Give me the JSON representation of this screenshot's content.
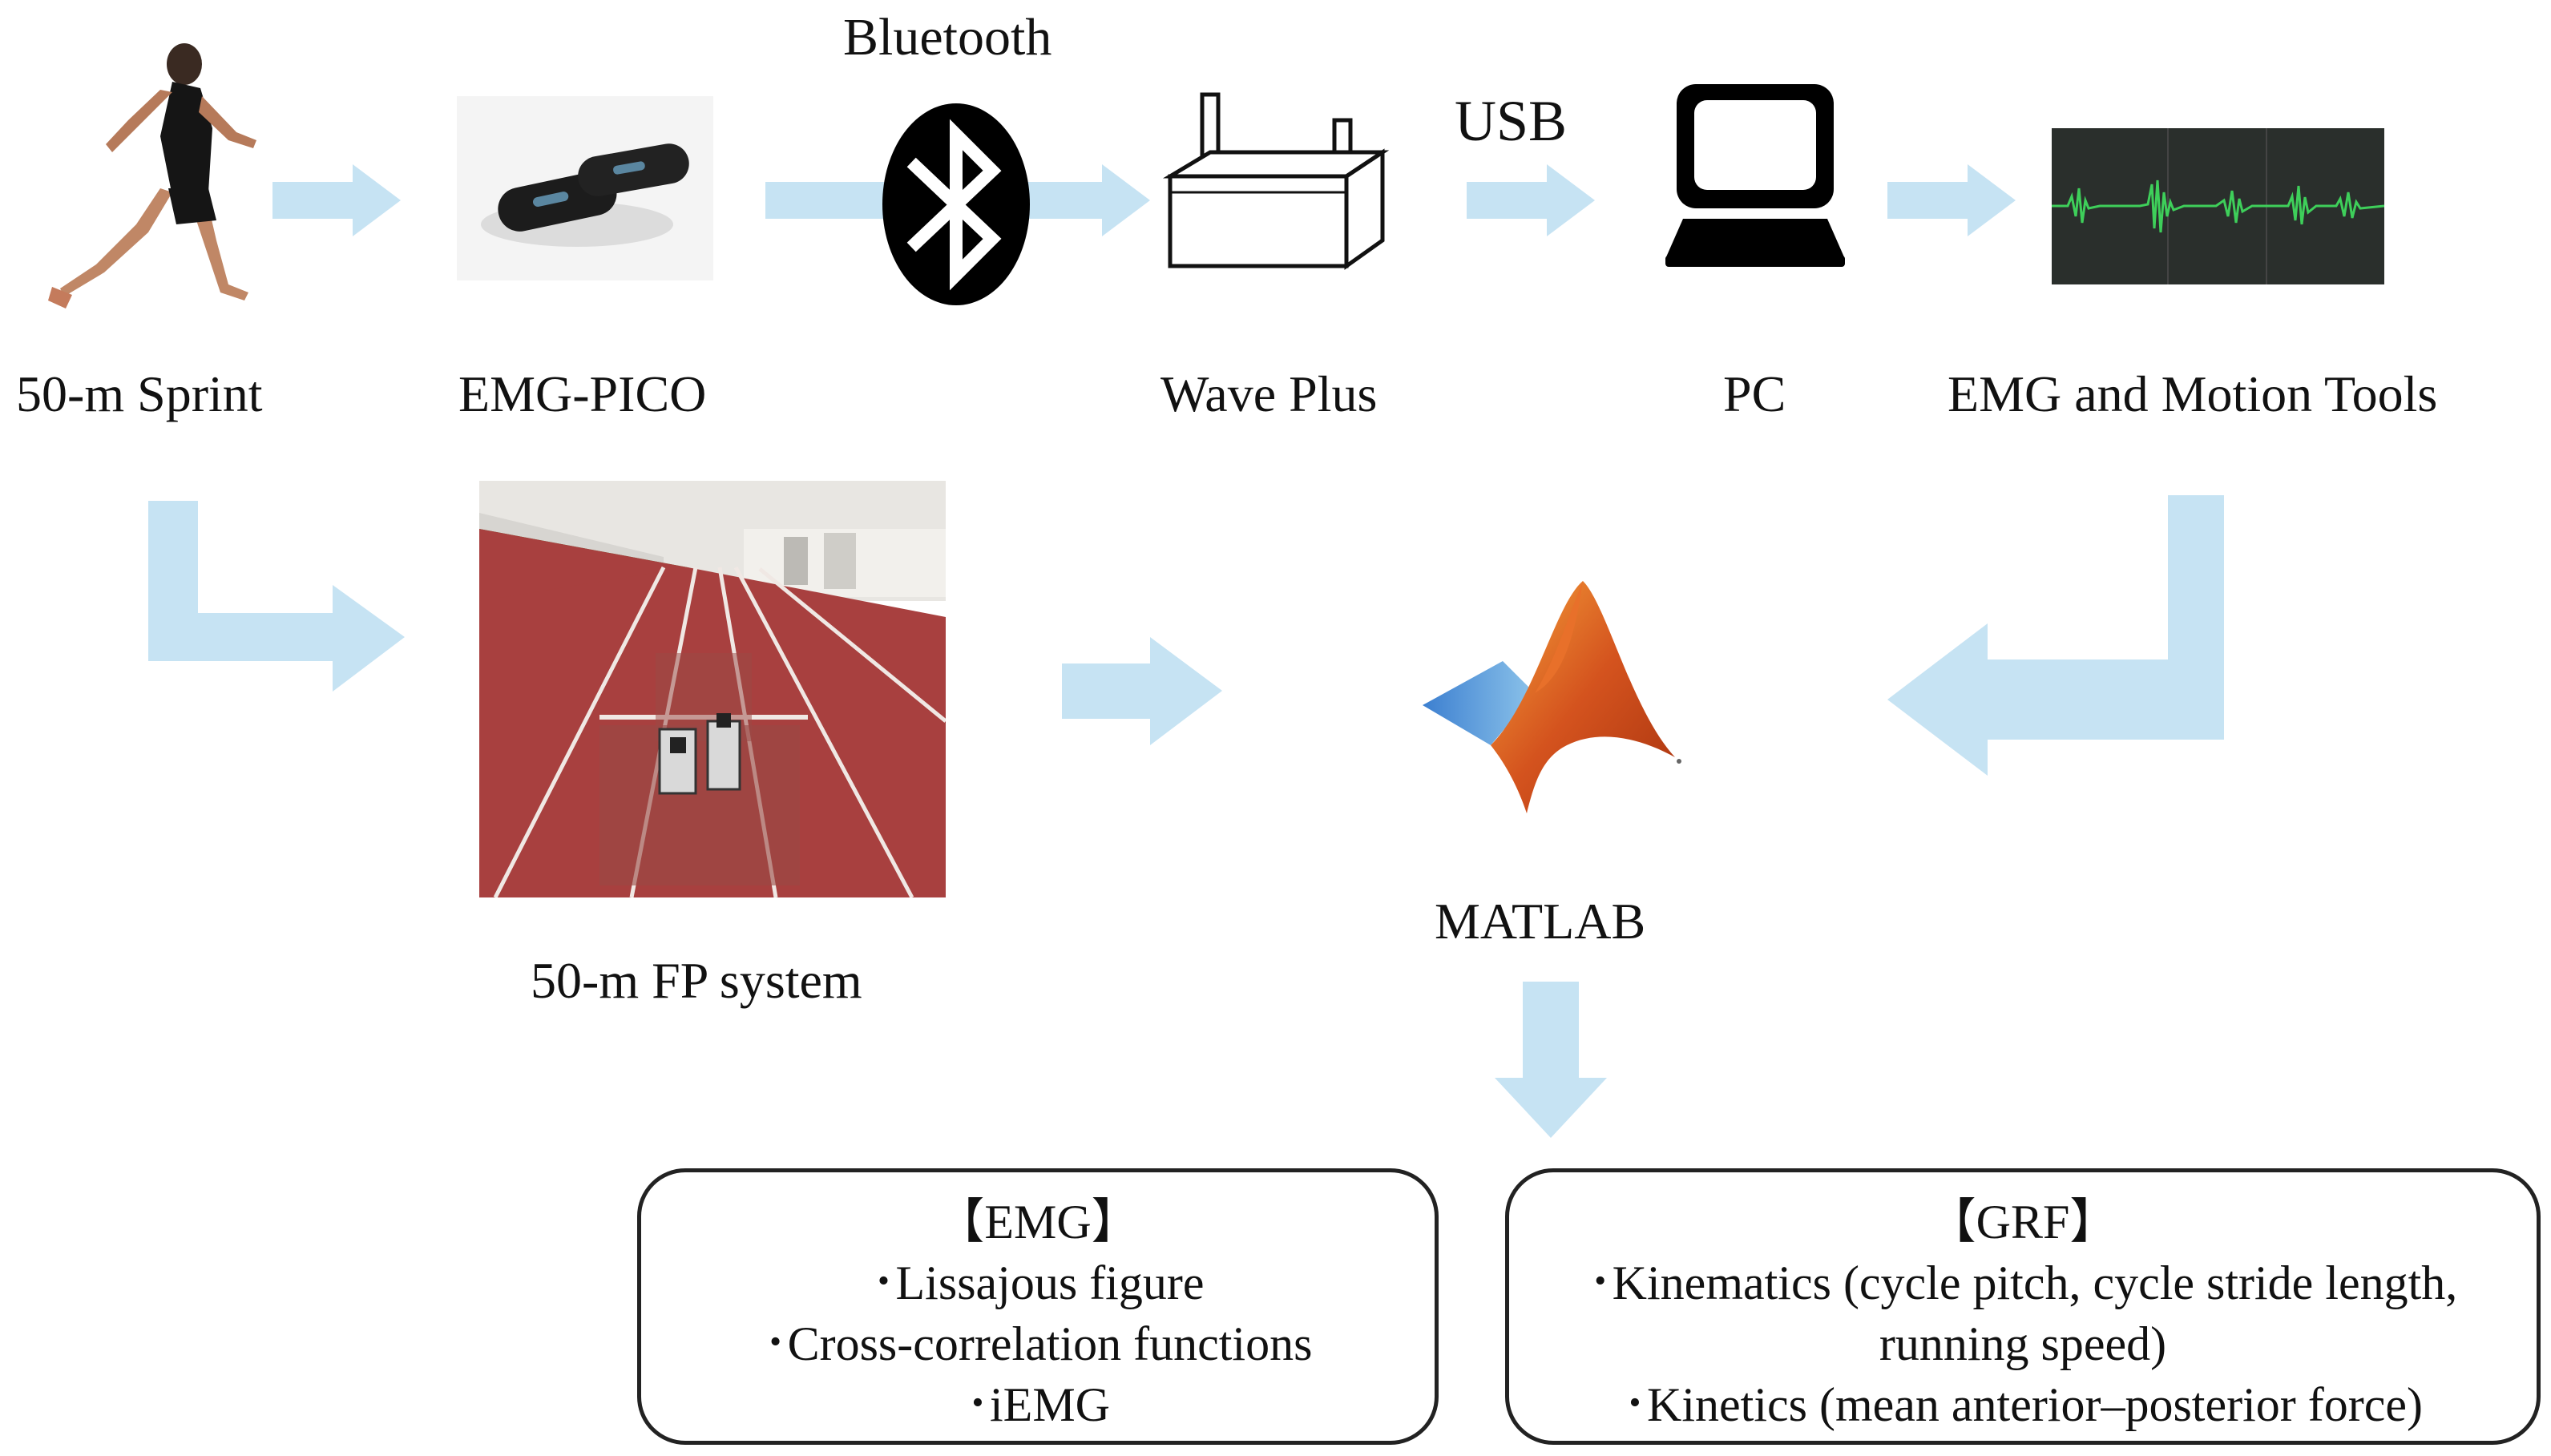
{
  "colors": {
    "arrow": "#c6e3f3",
    "track": "#a8403f",
    "field": "#4f8a3a",
    "emg_bg": "#2a2f2c",
    "emg_wave": "#3ecf5a"
  },
  "icons": {
    "runner": "runner-photo",
    "sensor": "emg-pico-sensor-photo",
    "bluetooth": "bluetooth-icon",
    "receiver": "wave-plus-receiver-icon",
    "pc": "laptop-icon",
    "emg_signal": "emg-signal-image",
    "track": "force-plate-track-photo",
    "matlab": "matlab-logo-icon"
  },
  "labels": {
    "sprint": "50-m Sprint",
    "emg_pico": "EMG-PICO",
    "bluetooth": "Bluetooth",
    "wave_plus": "Wave Plus",
    "usb": "USB",
    "pc": "PC",
    "emg_tools": "EMG and Motion Tools",
    "fp_system": "50-m FP system",
    "matlab": "MATLAB"
  },
  "emg_box": {
    "title": "【EMG】",
    "items": [
      "･Lissajous figure",
      "･Cross-correlation functions",
      "･iEMG"
    ]
  },
  "grf_box": {
    "title": "【GRF】",
    "lines": [
      "･Kinematics (cycle pitch, cycle stride length,",
      "running speed)",
      "･Kinetics (mean anterior–posterior  force)"
    ]
  }
}
